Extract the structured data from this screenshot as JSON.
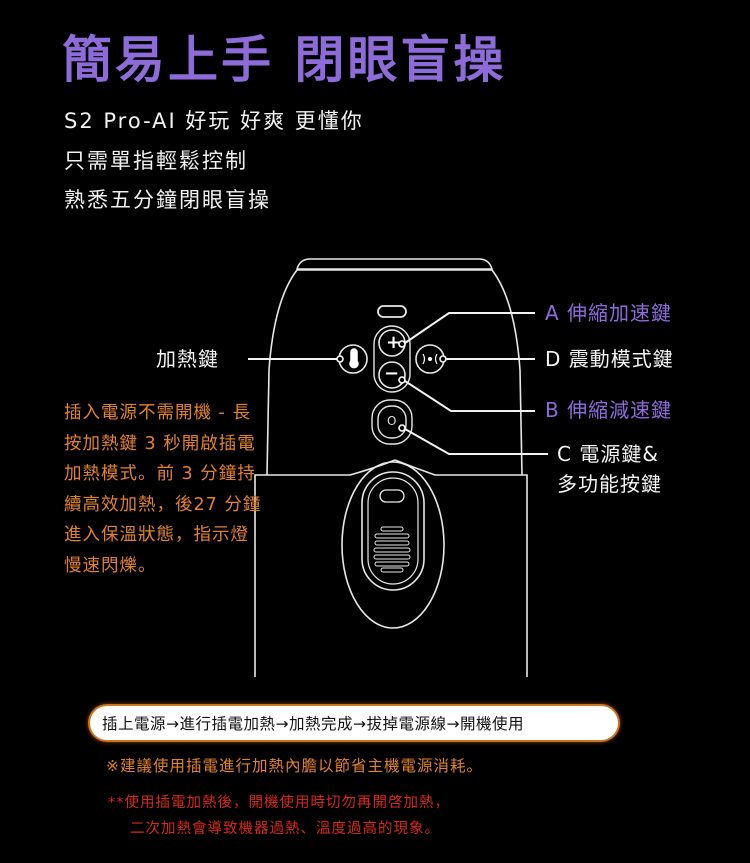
{
  "header": {
    "title": "簡易上手  閉眼盲操",
    "lines": [
      "S2 Pro-AI 好玩 好爽 更懂你",
      "只需單指輕鬆控制",
      "熟悉五分鐘閉眼盲操"
    ]
  },
  "diagram": {
    "left_label": "加熱鍵",
    "left_description": "插入電源不需開機 - 長按加熱鍵 3 秒開啟插電加熱模式。前 3 分鐘持續高效加熱，後27 分鐘進入保溫狀態，指示燈慢速閃爍。",
    "right_labels": [
      {
        "key": "A",
        "text": "A 伸縮加速鍵",
        "color": "#8d6cd9"
      },
      {
        "key": "D",
        "text": "D 震動模式鍵",
        "color": "#ffffff"
      },
      {
        "key": "B",
        "text": "B 伸縮減速鍵",
        "color": "#8d6cd9"
      },
      {
        "key": "C",
        "text": "C 電源鍵&",
        "line2": "多功能按鍵",
        "color": "#ffffff"
      }
    ],
    "icons": [
      "thermometer-icon",
      "plus-icon",
      "minus-icon",
      "vibration-icon",
      "power-icon"
    ]
  },
  "flow": {
    "text": "插上電源→進行插電加熱→加熱完成→拔掉電源線→開機使用"
  },
  "notes": {
    "tip": "※建議使用插電進行加熱內膽以節省主機電源消耗。",
    "warning_line1": "**使用插電加熱後，開機使用時切勿再開啓加熱，",
    "warning_line2": "二次加熱會導致機器過熱、溫度過高的現象。"
  },
  "colors": {
    "background": "#000000",
    "purple": "#8d6cd9",
    "orange": "#e3822d",
    "red": "#d42a1a"
  }
}
